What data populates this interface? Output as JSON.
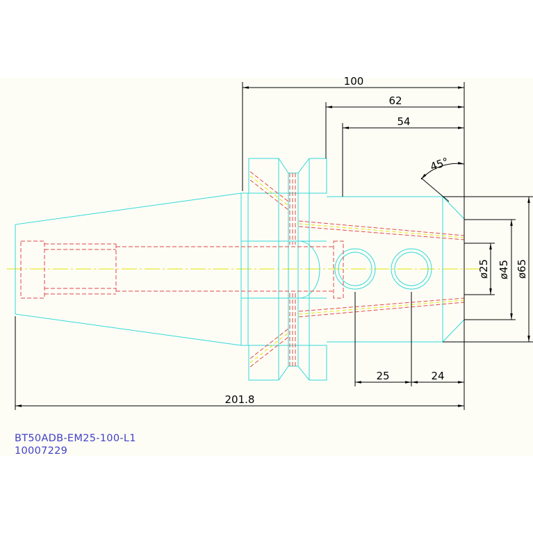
{
  "colors": {
    "background": "#ffffff",
    "panel": "#fdfdf6",
    "outline": "#33d8d8",
    "hidden": "#e04848",
    "centerline": "#e4e400",
    "dimension": "#000000",
    "text": "#3f3fc8"
  },
  "dimensions": {
    "total_length": "201.8",
    "gauge_length": "100",
    "nose_length": "62",
    "body_length": "54",
    "screw_spacing": "25",
    "screw_offset": "24",
    "chamfer_angle": "45°",
    "bore_diameter": "ø25",
    "nose_diameter": "ø45",
    "body_diameter": "ø65"
  },
  "title": {
    "part_number": "BT50ADB-EM25-100-L1",
    "item_code": "10007229"
  }
}
